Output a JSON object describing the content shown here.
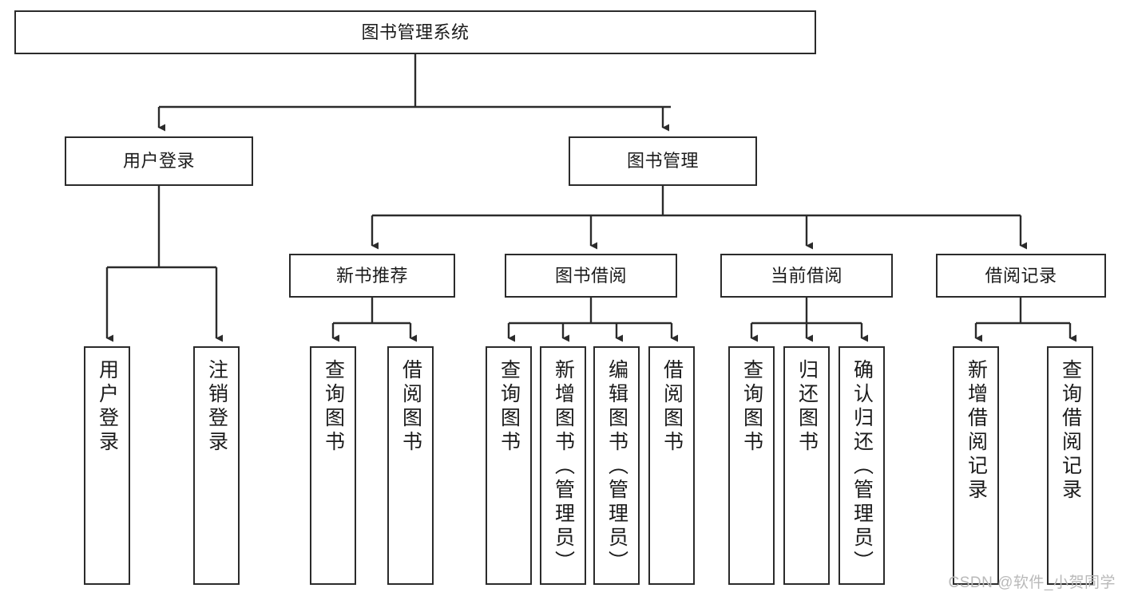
{
  "diagram": {
    "title": "图书管理系统",
    "type": "tree-hierarchy",
    "watermark": "CSDN @软件_小贺同学",
    "styles": {
      "box_border_color": "#2b2b2b",
      "box_fill_color": "#ffffff",
      "connector_color": "#2b2b2b",
      "text_color": "#1b1b1b",
      "watermark_color": "#b9b9b9"
    },
    "levels": {
      "root": {
        "label": "图书管理系统"
      },
      "level2": [
        {
          "id": "user-login",
          "label": "用户登录"
        },
        {
          "id": "book-management",
          "label": "图书管理"
        }
      ],
      "level3": [
        {
          "id": "new-book-recommend",
          "label": "新书推荐",
          "parent": "book-management"
        },
        {
          "id": "book-borrow",
          "label": "图书借阅",
          "parent": "book-management"
        },
        {
          "id": "current-borrow",
          "label": "当前借阅",
          "parent": "book-management"
        },
        {
          "id": "borrow-record",
          "label": "借阅记录",
          "parent": "book-management"
        }
      ],
      "leaves": [
        {
          "id": "leaf-user-login",
          "label": "用户登录",
          "parent": "user-login"
        },
        {
          "id": "leaf-logout",
          "label": "注销登录",
          "parent": "user-login"
        },
        {
          "id": "leaf-query-book-1",
          "label": "查询图书",
          "parent": "new-book-recommend"
        },
        {
          "id": "leaf-borrow-book-1",
          "label": "借阅图书",
          "parent": "new-book-recommend"
        },
        {
          "id": "leaf-query-book-2",
          "label": "查询图书",
          "parent": "book-borrow"
        },
        {
          "id": "leaf-add-book",
          "label": "新增图书（管理员）",
          "parent": "book-borrow"
        },
        {
          "id": "leaf-edit-book",
          "label": "编辑图书（管理员）",
          "parent": "book-borrow"
        },
        {
          "id": "leaf-borrow-book-2",
          "label": "借阅图书",
          "parent": "book-borrow"
        },
        {
          "id": "leaf-query-book-3",
          "label": "查询图书",
          "parent": "current-borrow"
        },
        {
          "id": "leaf-return-book",
          "label": "归还图书",
          "parent": "current-borrow"
        },
        {
          "id": "leaf-confirm-return",
          "label": "确认归还（管理员）",
          "parent": "current-borrow"
        },
        {
          "id": "leaf-add-record",
          "label": "新增借阅记录",
          "parent": "borrow-record"
        },
        {
          "id": "leaf-query-record",
          "label": "查询借阅记录",
          "parent": "borrow-record"
        }
      ]
    }
  }
}
